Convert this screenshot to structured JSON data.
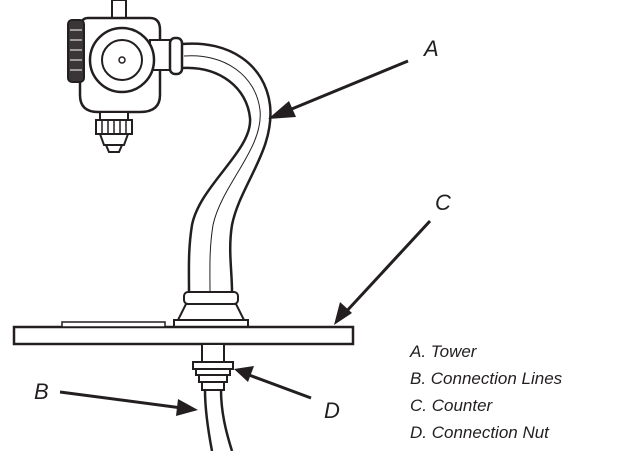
{
  "callouts": {
    "a": "A",
    "b": "B",
    "c": "C",
    "d": "D"
  },
  "legend": [
    "A. Tower",
    "B. Connection Lines",
    "C. Counter",
    "D. Connection Nut"
  ],
  "colors": {
    "ink": "#231f20",
    "background": "#ffffff"
  }
}
